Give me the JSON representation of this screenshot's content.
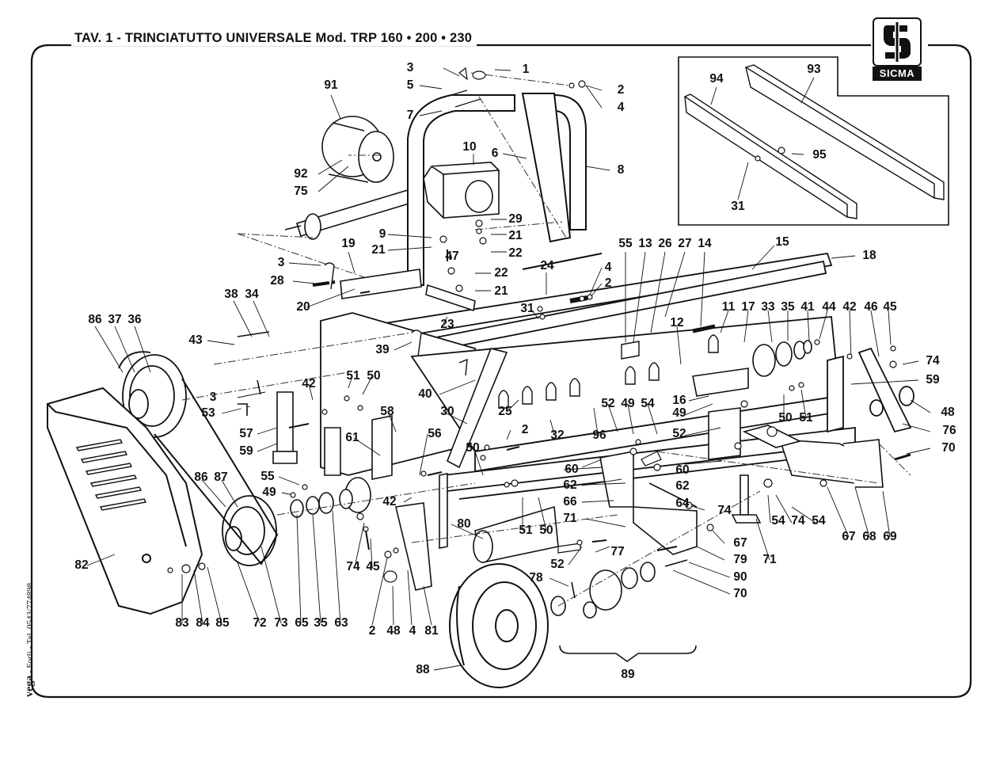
{
  "title": "TAV. 1  -  TRINCIATUTTO UNIVERSALE Mod. TRP  160 • 200 • 230",
  "brand": {
    "name": "SICMA"
  },
  "printer": {
    "name": "vega",
    "details": " - Forlì - Tel. 0543/774898"
  },
  "callouts": [
    {
      "label": "1"
    },
    {
      "label": "2"
    },
    {
      "label": "3"
    },
    {
      "label": "4"
    },
    {
      "label": "5"
    },
    {
      "label": "7"
    },
    {
      "label": "91"
    },
    {
      "label": "10"
    },
    {
      "label": "6"
    },
    {
      "label": "8"
    },
    {
      "label": "92"
    },
    {
      "label": "75"
    },
    {
      "label": "94"
    },
    {
      "label": "93"
    },
    {
      "label": "95"
    },
    {
      "label": "31"
    },
    {
      "label": "29"
    },
    {
      "label": "9"
    },
    {
      "label": "21"
    },
    {
      "label": "21"
    },
    {
      "label": "22"
    },
    {
      "label": "47"
    },
    {
      "label": "19"
    },
    {
      "label": "3"
    },
    {
      "label": "28"
    },
    {
      "label": "22"
    },
    {
      "label": "21"
    },
    {
      "label": "24"
    },
    {
      "label": "4"
    },
    {
      "label": "2"
    },
    {
      "label": "55"
    },
    {
      "label": "13"
    },
    {
      "label": "26"
    },
    {
      "label": "27"
    },
    {
      "label": "14"
    },
    {
      "label": "15"
    },
    {
      "label": "18"
    },
    {
      "label": "38"
    },
    {
      "label": "34"
    },
    {
      "label": "20"
    },
    {
      "label": "23"
    },
    {
      "label": "31"
    },
    {
      "label": "86"
    },
    {
      "label": "37"
    },
    {
      "label": "36"
    },
    {
      "label": "43"
    },
    {
      "label": "39"
    },
    {
      "label": "11"
    },
    {
      "label": "17"
    },
    {
      "label": "33"
    },
    {
      "label": "35"
    },
    {
      "label": "41"
    },
    {
      "label": "44"
    },
    {
      "label": "42"
    },
    {
      "label": "46"
    },
    {
      "label": "45"
    },
    {
      "label": "12"
    },
    {
      "label": "74"
    },
    {
      "label": "51"
    },
    {
      "label": "50"
    },
    {
      "label": "3"
    },
    {
      "label": "42"
    },
    {
      "label": "40"
    },
    {
      "label": "16"
    },
    {
      "label": "59"
    },
    {
      "label": "53"
    },
    {
      "label": "58"
    },
    {
      "label": "25"
    },
    {
      "label": "30"
    },
    {
      "label": "32"
    },
    {
      "label": "96"
    },
    {
      "label": "52"
    },
    {
      "label": "49"
    },
    {
      "label": "54"
    },
    {
      "label": "49"
    },
    {
      "label": "50"
    },
    {
      "label": "51"
    },
    {
      "label": "48"
    },
    {
      "label": "76"
    },
    {
      "label": "57"
    },
    {
      "label": "61"
    },
    {
      "label": "56"
    },
    {
      "label": "2"
    },
    {
      "label": "52"
    },
    {
      "label": "59"
    },
    {
      "label": "60"
    },
    {
      "label": "62"
    },
    {
      "label": "70"
    },
    {
      "label": "86"
    },
    {
      "label": "87"
    },
    {
      "label": "55"
    },
    {
      "label": "50"
    },
    {
      "label": "60"
    },
    {
      "label": "62"
    },
    {
      "label": "64"
    },
    {
      "label": "49"
    },
    {
      "label": "42"
    },
    {
      "label": "66"
    },
    {
      "label": "74"
    },
    {
      "label": "80"
    },
    {
      "label": "51"
    },
    {
      "label": "50"
    },
    {
      "label": "71"
    },
    {
      "label": "54"
    },
    {
      "label": "74"
    },
    {
      "label": "54"
    },
    {
      "label": "67"
    },
    {
      "label": "67"
    },
    {
      "label": "68"
    },
    {
      "label": "69"
    },
    {
      "label": "82"
    },
    {
      "label": "74"
    },
    {
      "label": "45"
    },
    {
      "label": "77"
    },
    {
      "label": "52"
    },
    {
      "label": "79"
    },
    {
      "label": "71"
    },
    {
      "label": "90"
    },
    {
      "label": "78"
    },
    {
      "label": "70"
    },
    {
      "label": "72"
    },
    {
      "label": "73"
    },
    {
      "label": "65"
    },
    {
      "label": "35"
    },
    {
      "label": "63"
    },
    {
      "label": "2"
    },
    {
      "label": "48"
    },
    {
      "label": "4"
    },
    {
      "label": "81"
    },
    {
      "label": "83"
    },
    {
      "label": "84"
    },
    {
      "label": "85"
    },
    {
      "label": "88"
    },
    {
      "label": "89"
    }
  ]
}
